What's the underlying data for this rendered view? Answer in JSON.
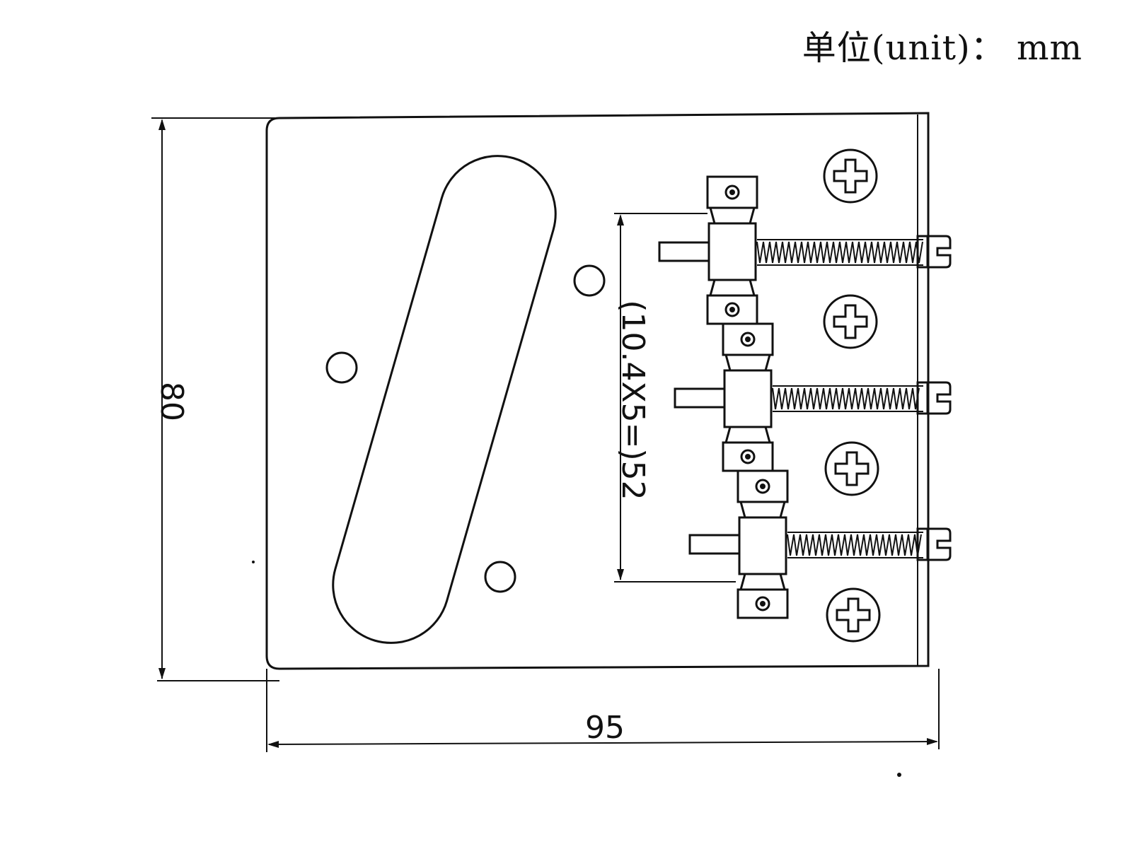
{
  "unit_label": "单位(unit)： mm",
  "dimensions": {
    "height": "80",
    "width": "95",
    "spacing": "(10.4X5=)52"
  },
  "components": {
    "pickup_slot": "pickup-slot",
    "mounting_holes": 3,
    "saddles": 3,
    "mount_screws": 4
  }
}
